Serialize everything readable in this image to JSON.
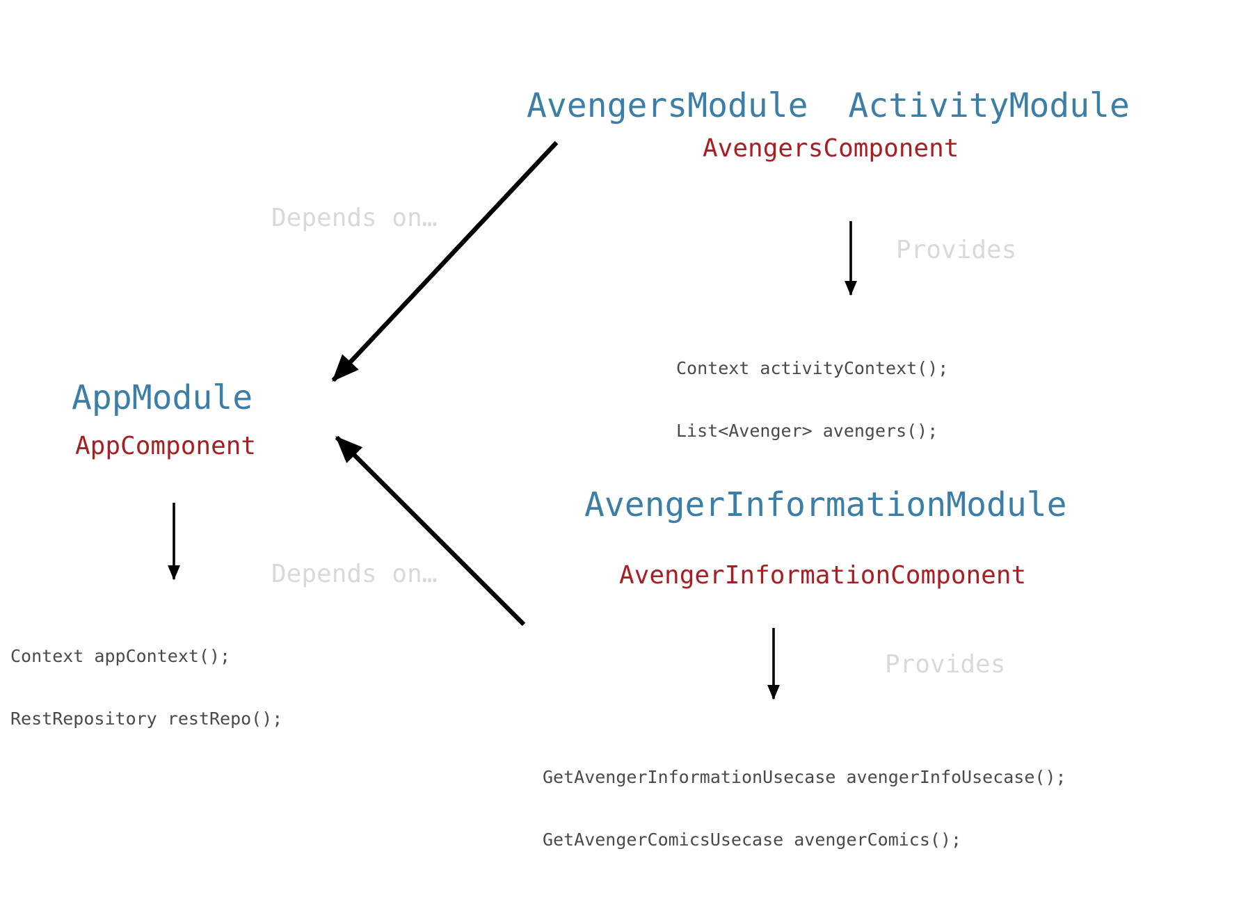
{
  "colors": {
    "module_title": "#3b7ea7",
    "component_name": "#a91e23",
    "code_text": "#4a4a4a",
    "edge_label": "#d9d9d9",
    "arrow": "#000000",
    "background": "#ffffff"
  },
  "modules": {
    "avengers_activity": {
      "title": "AvengersModule  ActivityModule",
      "component": "AvengersComponent",
      "provides_label": "Provides",
      "provided": [
        "Context activityContext();",
        "List<Avenger> avengers();"
      ]
    },
    "app": {
      "title": "AppModule",
      "component": "AppComponent",
      "provided": [
        "Context appContext();",
        "RestRepository restRepo();"
      ]
    },
    "avenger_information": {
      "title": "AvengerInformationModule",
      "component": "AvengerInformationComponent",
      "provides_label": "Provides",
      "provided": [
        "GetAvengerInformationUsecase avengerInfoUsecase();",
        "GetAvengerComicsUsecase avengerComics();"
      ]
    }
  },
  "edges": {
    "depends_on_top": "Depends on…",
    "depends_on_bottom": "Depends on…"
  }
}
